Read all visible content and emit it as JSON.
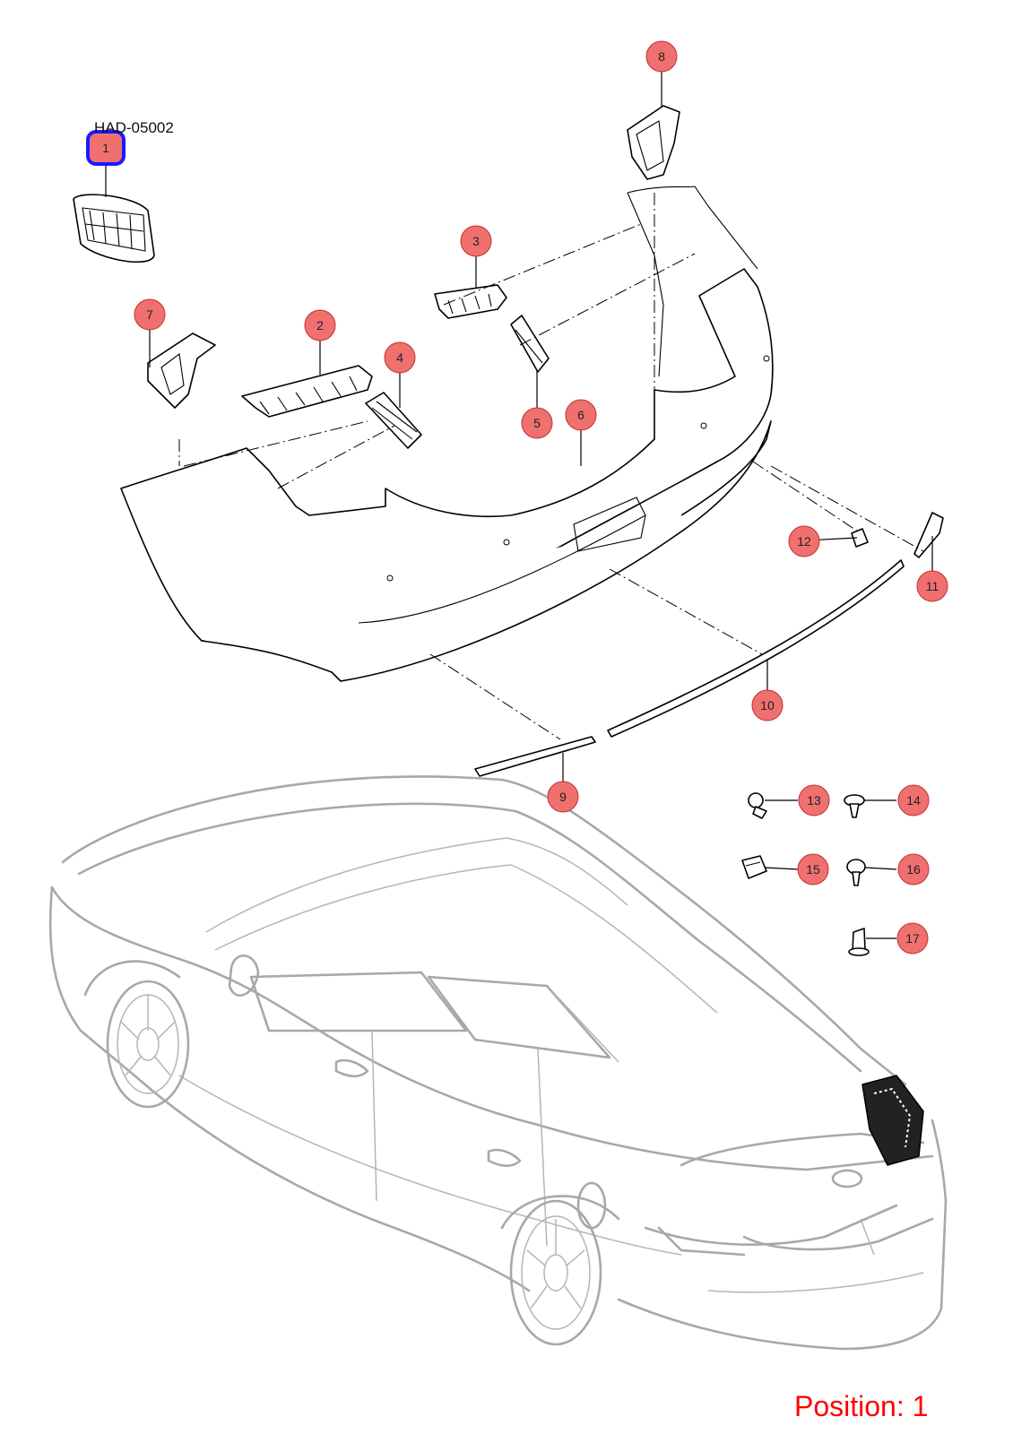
{
  "diagram": {
    "part_code": "HAD-05002",
    "position_label": "Position: 1",
    "selected_callout": "1",
    "callout_color": "#f07070",
    "selected_color": "#1a1aff",
    "position_color": "#ff0000",
    "callouts": [
      "1",
      "2",
      "3",
      "4",
      "5",
      "6",
      "7",
      "8",
      "9",
      "10",
      "11",
      "12",
      "13",
      "14",
      "15",
      "16",
      "17"
    ]
  }
}
